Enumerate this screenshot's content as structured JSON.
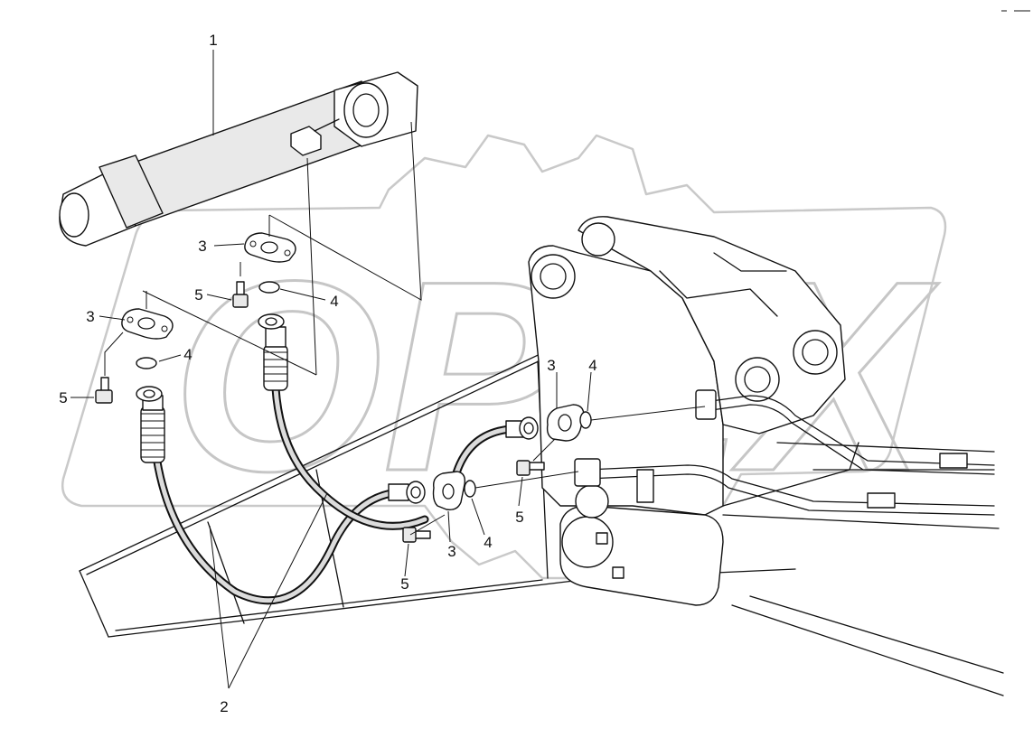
{
  "watermark": {
    "text": "OPEX",
    "color": "#c6c6c6"
  },
  "callouts": {
    "c1": "1",
    "c2": "2",
    "c3a": "3",
    "c3b": "3",
    "c3c": "3",
    "c3d": "3",
    "c4a": "4",
    "c4b": "4",
    "c4c": "4",
    "c4d": "4",
    "c5a": "5",
    "c5b": "5",
    "c5c": "5",
    "c5d": "5"
  },
  "colors": {
    "line": "#111111",
    "fill": "#e9e9e9"
  }
}
